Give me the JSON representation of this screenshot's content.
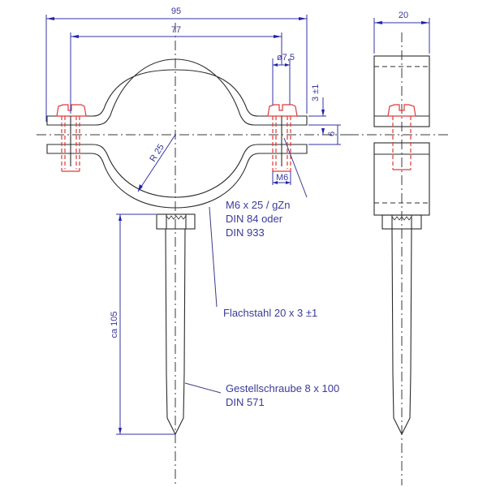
{
  "drawing": {
    "title": "Rohrschelle mit Gestellschraube – Technische Zeichnung",
    "colors": {
      "object_line": "#2b2b2b",
      "dimension_line": "#3333aa",
      "dimension_text": "#3a3a9a",
      "bolt": "#e03a3a",
      "background": "#ffffff"
    }
  },
  "dimensions": {
    "overall_width": "95",
    "hole_spacing": "77",
    "hole_diameter": "ø7,5",
    "flange_thickness": "3 ±1",
    "gap": "6",
    "thread": "M6",
    "radius": "R 25",
    "length": "ca 105",
    "side_width": "20"
  },
  "annotations": {
    "screw_line1": "M6 x 25 / gZn",
    "screw_line2": "DIN 84 oder",
    "screw_line3": "DIN 933",
    "strap": "Flachstahl 20 x 3 ±1",
    "stud_line1": "Gestellschraube 8 x 100",
    "stud_line2": "DIN 571"
  },
  "views": {
    "front": "front-view",
    "side": "side-view"
  }
}
